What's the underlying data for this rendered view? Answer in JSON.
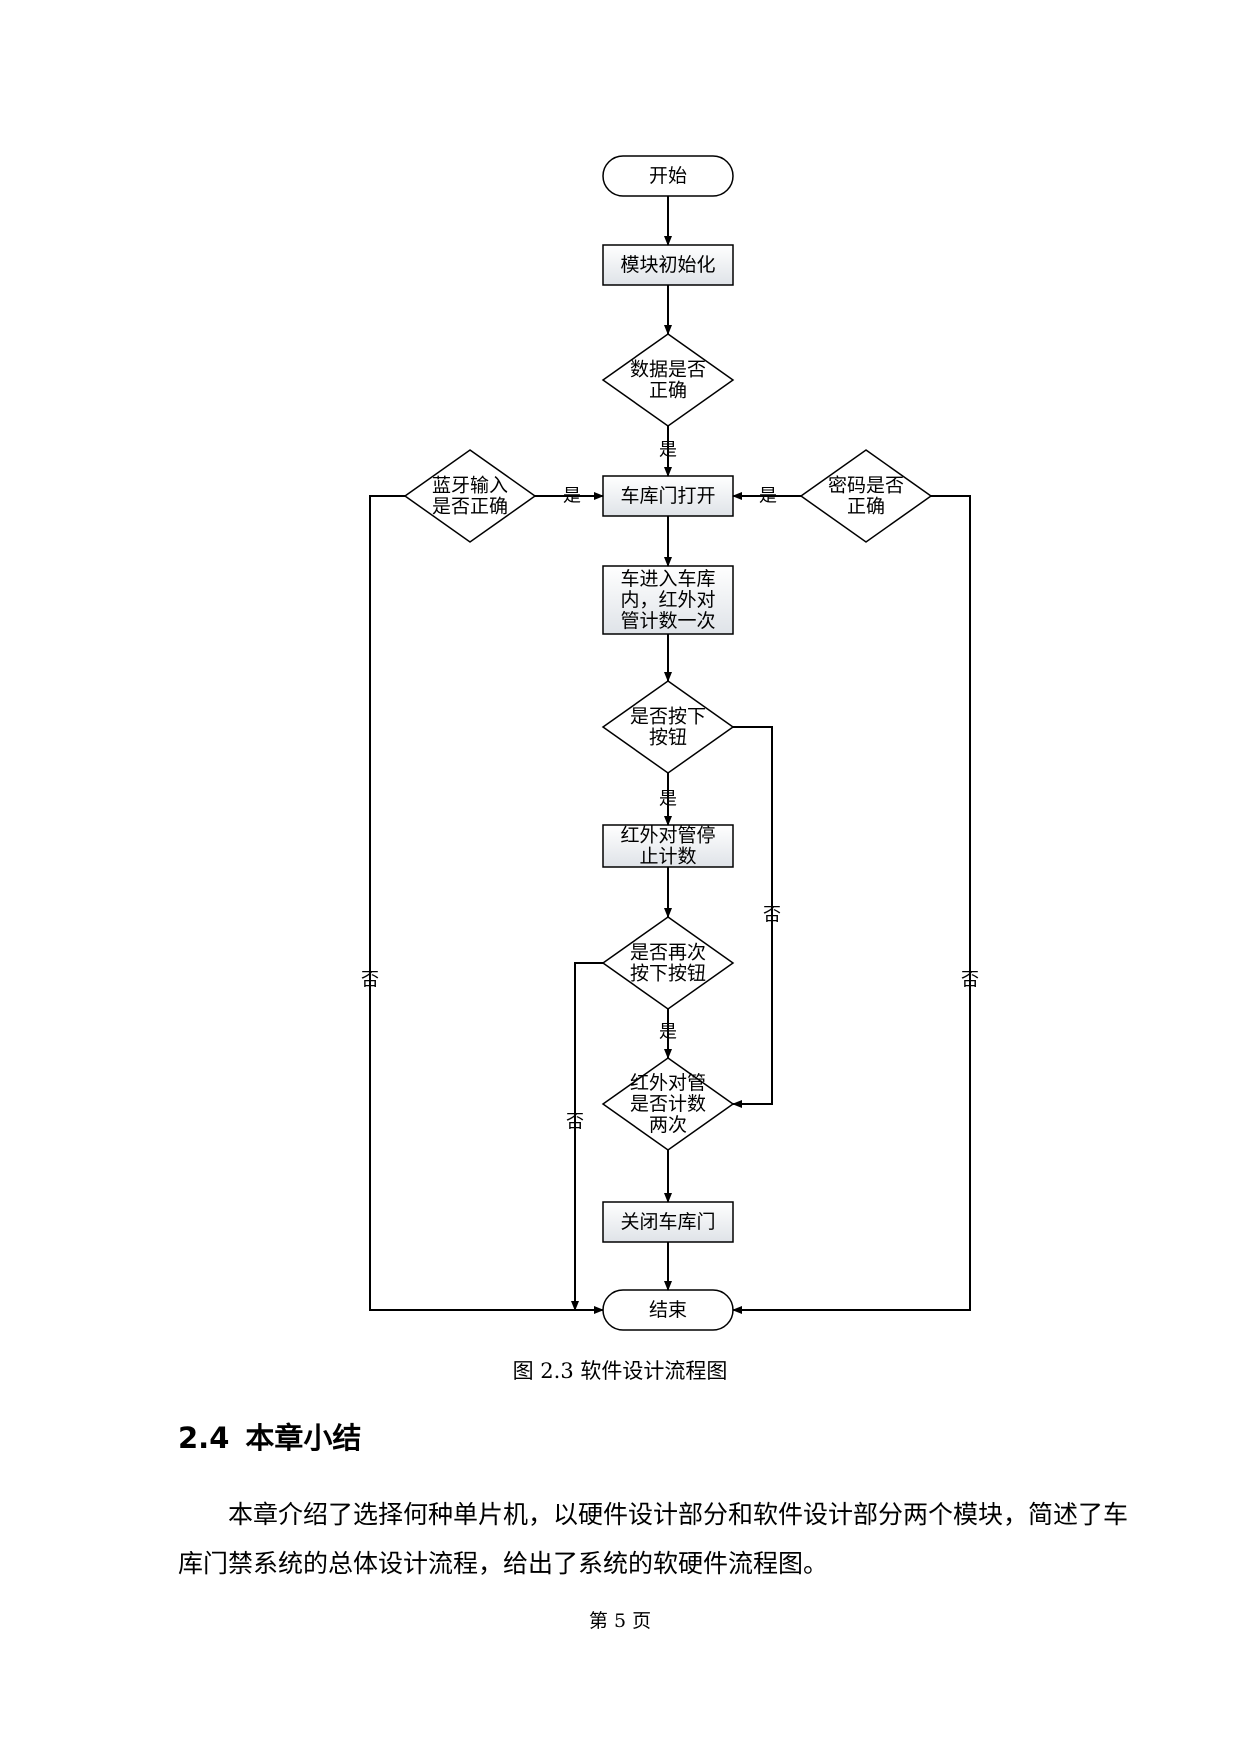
{
  "flowchart": {
    "nodes": {
      "start": [
        "开始"
      ],
      "init": [
        "模块初始化"
      ],
      "data_check": [
        "数据是否",
        "正确"
      ],
      "open_door": [
        "车库门打开"
      ],
      "bt_check": [
        "蓝牙输入",
        "是否正确"
      ],
      "pwd_check": [
        "密码是否",
        "正确"
      ],
      "car_enter": [
        "车进入车库",
        "内，红外对",
        "管计数一次"
      ],
      "btn_check": [
        "是否按下",
        "按钮"
      ],
      "stop_count": [
        "红外对管停",
        "止计数"
      ],
      "btn_again": [
        "是否再次",
        "按下按钮"
      ],
      "count_twice": [
        "红外对管",
        "是否计数",
        "两次"
      ],
      "close_door": [
        "关闭车库门"
      ],
      "end": [
        "结束"
      ]
    },
    "edge_labels": {
      "yes": "是",
      "no": "否"
    }
  },
  "caption": "图 2.3 软件设计流程图",
  "section": {
    "number": "2.4",
    "title": "本章小结"
  },
  "paragraph": "本章介绍了选择何种单片机，以硬件设计部分和软件设计部分两个模块，简述了车库门禁系统的总体设计流程，给出了系统的软硬件流程图。",
  "page_number": "第 5 页"
}
